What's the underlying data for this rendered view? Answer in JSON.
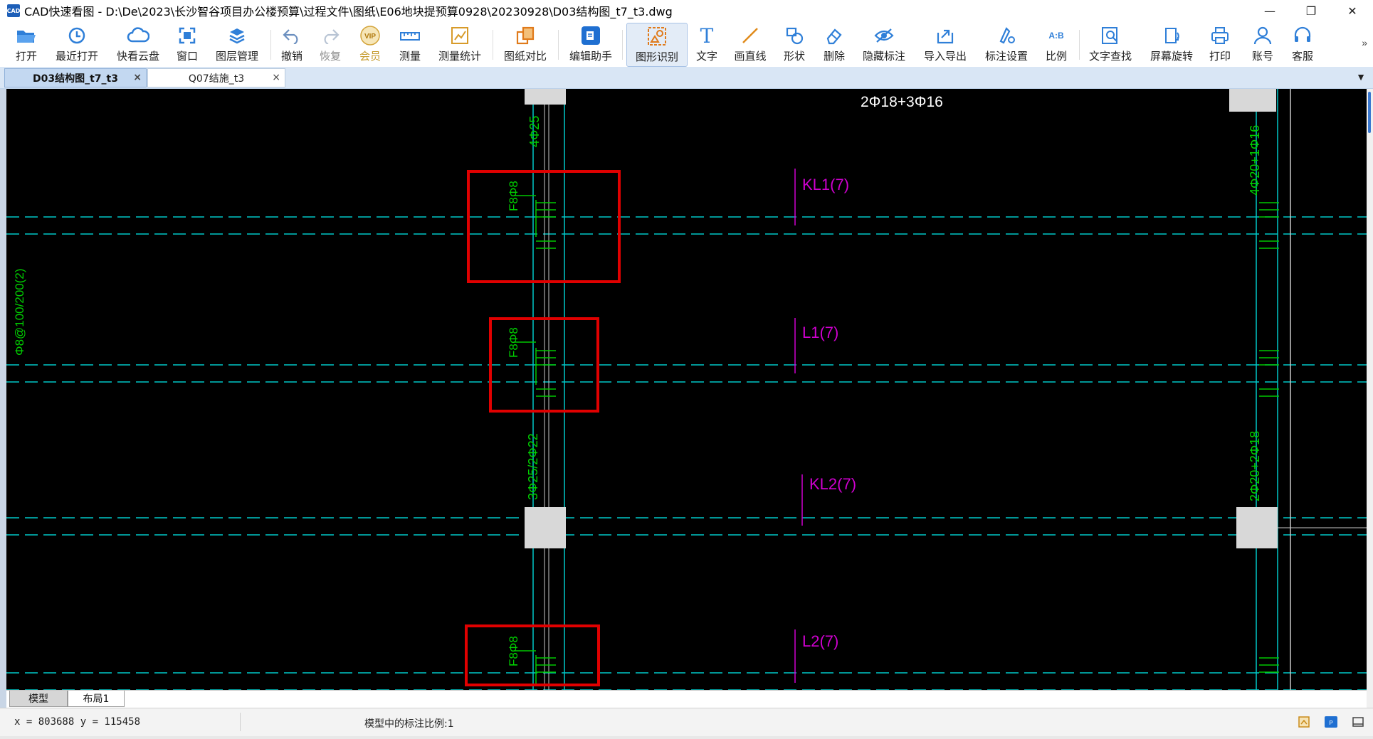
{
  "window": {
    "app_badge": "CAD",
    "title": "CAD快速看图 - D:\\De\\2023\\长沙智谷项目办公楼预算\\过程文件\\图纸\\E06地块提预算0928\\20230928\\D03结构图_t7_t3.dwg",
    "minimize": "—",
    "restore": "❐",
    "close": "✕"
  },
  "toolbar": {
    "items": [
      {
        "label": "打开",
        "icon": "folder-open-icon"
      },
      {
        "label": "最近打开",
        "icon": "clock-history-icon"
      },
      {
        "label": "快看云盘",
        "icon": "cloud-icon"
      },
      {
        "label": "窗口",
        "icon": "window-select-icon"
      },
      {
        "label": "图层管理",
        "icon": "layers-icon"
      },
      {
        "label": "撤销",
        "icon": "undo-icon"
      },
      {
        "label": "恢复",
        "icon": "redo-icon"
      },
      {
        "label": "会员",
        "icon": "vip-icon",
        "badge": "VIP"
      },
      {
        "label": "测量",
        "icon": "ruler-icon"
      },
      {
        "label": "测量统计",
        "icon": "measure-stats-icon"
      },
      {
        "label": "图纸对比",
        "icon": "compare-icon"
      },
      {
        "label": "编辑助手",
        "icon": "edit-assistant-icon"
      },
      {
        "label": "图形识别",
        "icon": "shape-recognition-icon"
      },
      {
        "label": "文字",
        "icon": "text-icon",
        "glyph": "T"
      },
      {
        "label": "画直线",
        "icon": "line-icon"
      },
      {
        "label": "形状",
        "icon": "shapes-icon"
      },
      {
        "label": "删除",
        "icon": "eraser-icon"
      },
      {
        "label": "隐藏标注",
        "icon": "eye-hidden-icon"
      },
      {
        "label": "导入导出",
        "icon": "import-export-icon"
      },
      {
        "label": "标注设置",
        "icon": "annotation-settings-icon"
      },
      {
        "label": "比例",
        "icon": "scale-icon",
        "glyph": "A:B"
      },
      {
        "label": "文字查找",
        "icon": "text-search-icon"
      },
      {
        "label": "屏幕旋转",
        "icon": "screen-rotate-icon"
      },
      {
        "label": "打印",
        "icon": "printer-icon"
      },
      {
        "label": "账号",
        "icon": "user-icon"
      },
      {
        "label": "客服",
        "icon": "headset-icon"
      }
    ],
    "more": "»"
  },
  "tabs": [
    {
      "label": "D03结构图_t7_t3",
      "close": "×",
      "active": true
    },
    {
      "label": "Q07结施_t3",
      "close": "×",
      "active": false
    }
  ],
  "tab_dropdown": "▼",
  "drawing": {
    "texts": {
      "top_rebar": "2Φ18+3Φ16",
      "col_left_top": "4Φ25",
      "col_right_top": "4Φ20+1Φ16",
      "stirrup_left": "Φ8@100/200(2)",
      "f8_1": "F8Φ8",
      "f8_2": "F8Φ8",
      "f8_3": "F8Φ8",
      "col_left_mid": "3Φ25/2Φ22",
      "col_right_mid": "2Φ20+2Φ18",
      "kl1": "KL1(7)",
      "l1": "L1(7)",
      "kl2": "KL2(7)",
      "l2": "L2(7)"
    },
    "colors": {
      "background": "#000000",
      "dashed_beam": "#00c8c8",
      "rebar_text": "#00d000",
      "beam_label": "#d000d0",
      "highlight_box": "#e00000",
      "column_fill": "#d8d8d8"
    }
  },
  "layout_tabs": [
    {
      "label": "模型",
      "active": true
    },
    {
      "label": "布局1",
      "active": false
    }
  ],
  "status": {
    "coords": "x = 803688 y = 115458",
    "scale_text": "模型中的标注比例:1"
  }
}
